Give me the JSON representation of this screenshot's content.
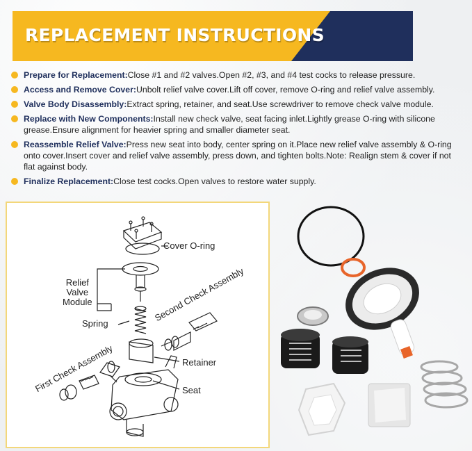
{
  "title": "REPLACEMENT INSTRUCTIONS",
  "steps": [
    {
      "label": "Prepare for Replacement:",
      "text": "Close #1 and #2 valves.Open #2, #3, and #4 test cocks to release pressure."
    },
    {
      "label": "Access and Remove Cover:",
      "text": "Unbolt relief valve cover.Lift off cover, remove O-ring and relief valve assembly."
    },
    {
      "label": "Valve Body Disassembly:",
      "text": "Extract spring, retainer, and seat.Use screwdriver to remove check valve module."
    },
    {
      "label": "Replace with New Components:",
      "text": "Install new check valve, seat facing inlet.Lightly grease O-ring with silicone grease.Ensure alignment for heavier spring and smaller diameter seat."
    },
    {
      "label": "Reassemble Relief Valve:",
      "text": "Press new seat into body, center spring on it.Place new relief valve assembly & O-ring onto cover.Insert cover and relief valve assembly, press down, and tighten bolts.Note: Realign stem & cover if not flat against body."
    },
    {
      "label": "Finalize Replacement:",
      "text": "Close test cocks.Open valves to restore water supply."
    }
  ],
  "diagram_labels": {
    "cover_oring": "Cover O-ring",
    "relief_valve_module": [
      "Relief",
      "Valve",
      "Module"
    ],
    "second_check_assembly": "Second Check Assembly",
    "spring": "Spring",
    "first_check_assembly": "First Check Assembly",
    "retainer": "Retainer",
    "seat": "Seat"
  },
  "colors": {
    "accent_yellow": "#f6b820",
    "navy": "#1f2f5c",
    "diagram_border": "#f3d77a",
    "oring_orange": "#e8652a"
  },
  "icons": [
    "bullet-dot-icon"
  ]
}
